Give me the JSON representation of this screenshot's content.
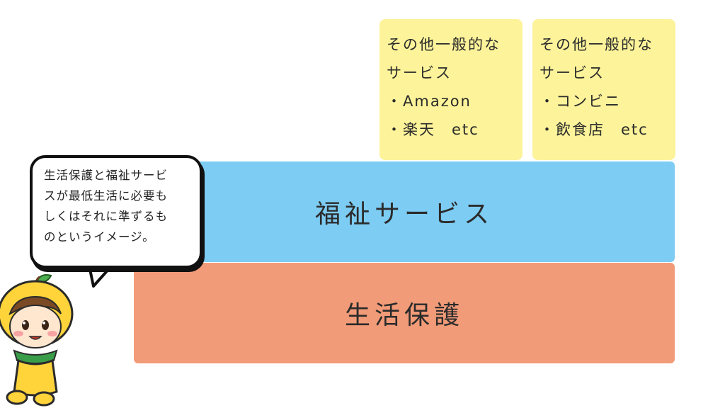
{
  "boxes": {
    "online": {
      "lines": [
        "その他一般的な",
        "サービス",
        "・Amazon",
        "・楽天　etc"
      ]
    },
    "offline": {
      "lines": [
        "その他一般的な",
        "サービス",
        "・コンビニ",
        "・飲食店　etc"
      ]
    }
  },
  "bands": {
    "welfare": "福祉サービス",
    "livelihood": "生活保護"
  },
  "speech_bubble": {
    "lines": [
      "生活保護と福祉サービ",
      "スが最低生活に必要も",
      "しくはそれに準ずるも",
      "のというイメージ。"
    ]
  },
  "colors": {
    "yellow_box": "#fcf39a",
    "welfare_band": "#7dccf3",
    "livelihood_band": "#f29b78"
  },
  "icons": {
    "mascot": "orange-mascot-icon"
  }
}
